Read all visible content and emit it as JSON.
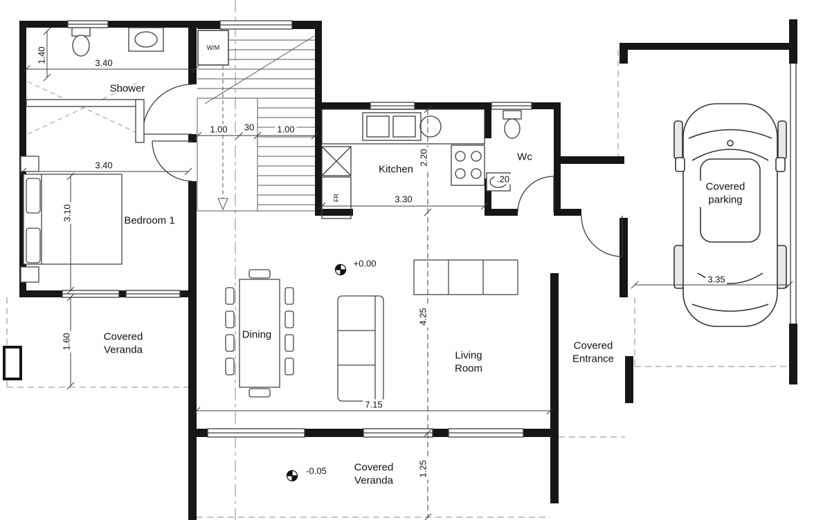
{
  "rooms": {
    "shower": "Shower",
    "bedroom": "Bedroom 1",
    "kitchen": "Kitchen",
    "wc": "Wc",
    "dining": "Dining",
    "living": "Living Room",
    "veranda_left": "Covered Veranda",
    "entrance": "Covered Entrance",
    "parking": "Covered parking",
    "veranda_bottom": "Covered Veranda"
  },
  "appliances": {
    "washing_machine": "W/M",
    "fridge": "FR"
  },
  "levels": {
    "main": "+0.00",
    "veranda": "-0.05"
  },
  "dimensions": {
    "bath_width": "3.40",
    "bath_height": "1.40",
    "stair_left": "1.00",
    "stair_mid": "30",
    "stair_right": "1.00",
    "bedroom_width": "3.40",
    "bedroom_depth": "3.10",
    "kitchen_depth": "2.20",
    "kitchen_width": "3.30",
    "wc_offset": ".20",
    "living_depth": "4.25",
    "living_width": "7.15",
    "veranda_left_depth": "1.60",
    "veranda_bottom_depth": "1.25",
    "parking_width": "3.35"
  },
  "colors": {
    "wall": "#161616",
    "line": "#3a3a3a",
    "dash": "#777777"
  }
}
